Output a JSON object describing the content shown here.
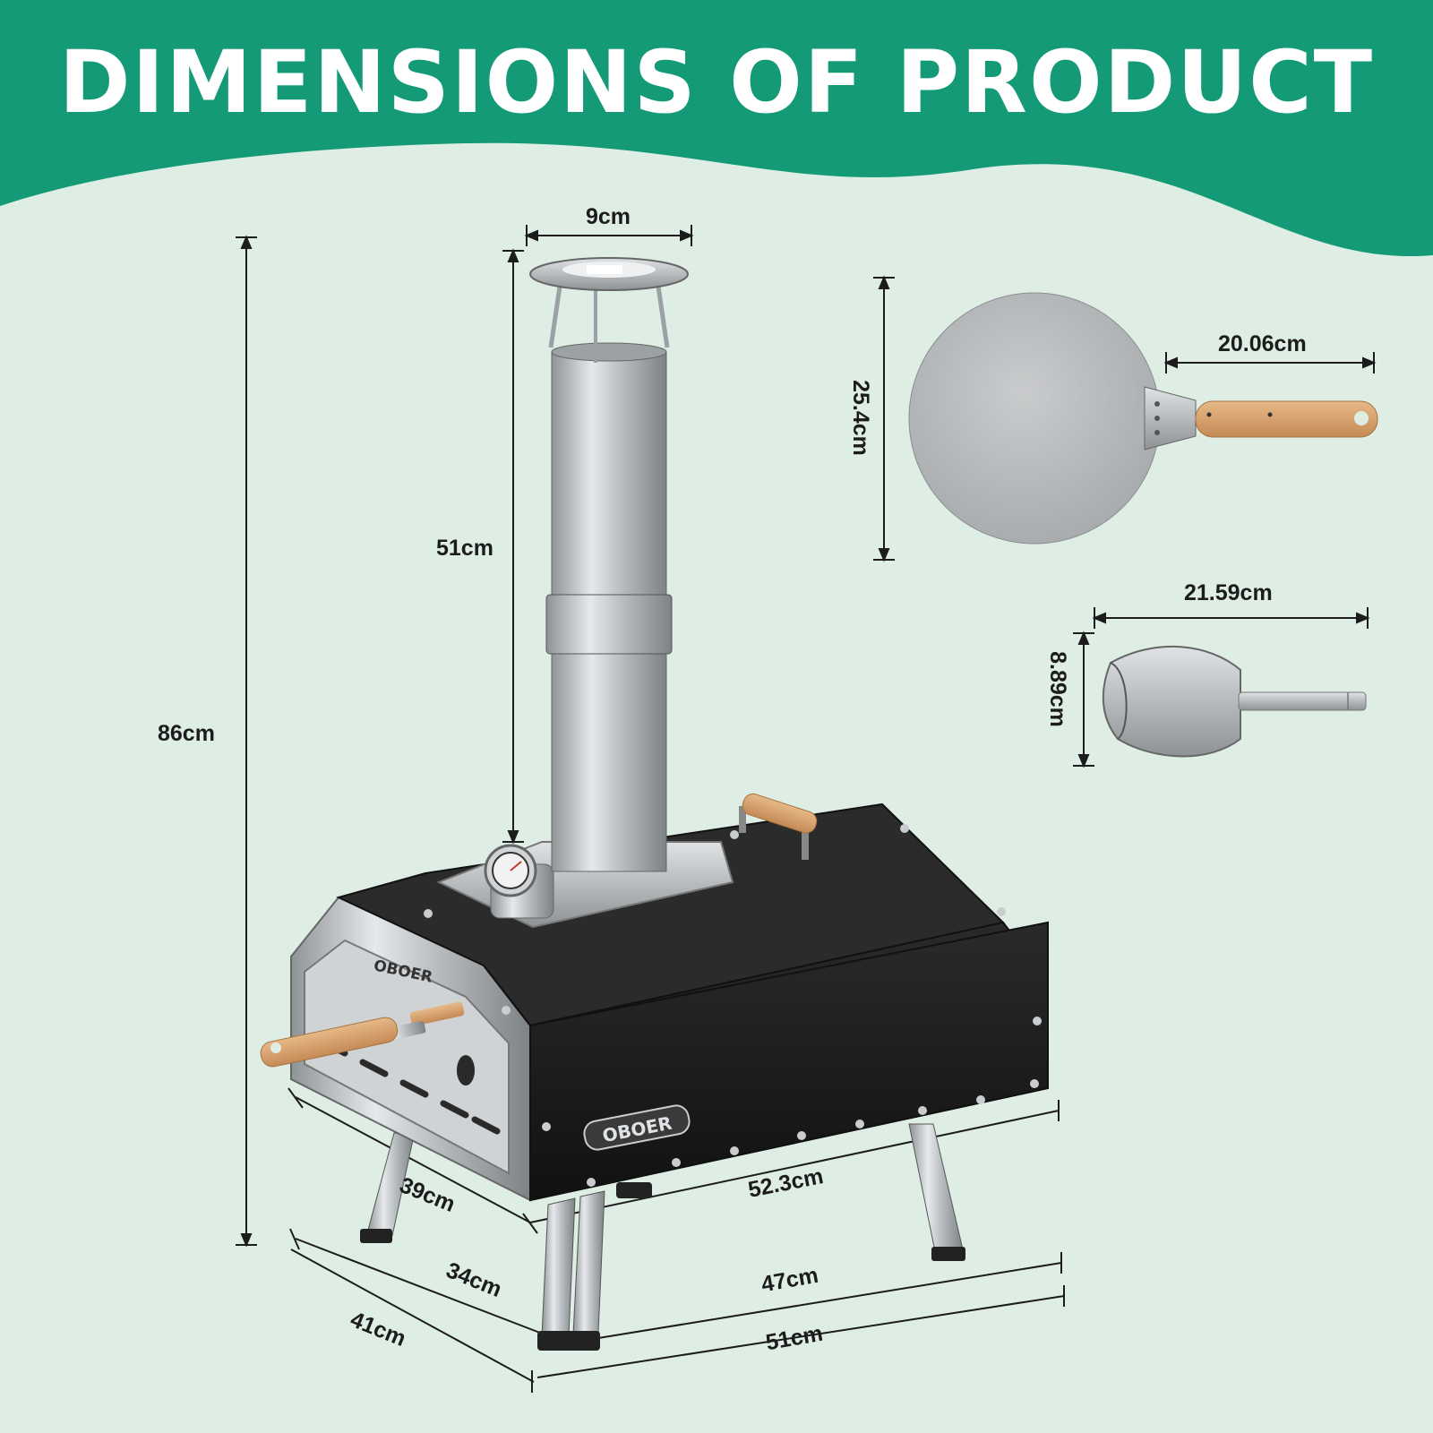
{
  "title": "DIMENSIONS OF PRODUCT",
  "colors": {
    "banner": "#149a76",
    "background": "#deeee4",
    "text": "#1c1c1c",
    "oven_body": "#1b1b1b",
    "steel": "#b5b9bc",
    "wood": "#d6a06c"
  },
  "brand": "OBOER",
  "oven": {
    "chimney_diameter": "9cm",
    "chimney_height": "51cm",
    "total_height": "86cm",
    "body_depth": "39cm",
    "body_width": "52.3cm",
    "leg_depth_inner": "34cm",
    "leg_width_inner": "47cm",
    "leg_depth_outer": "41cm",
    "leg_width_outer": "51cm"
  },
  "pizza_peel": {
    "diameter": "25.4cm",
    "handle_length": "20.06cm"
  },
  "scoop": {
    "length": "21.59cm",
    "height": "8.89cm"
  }
}
